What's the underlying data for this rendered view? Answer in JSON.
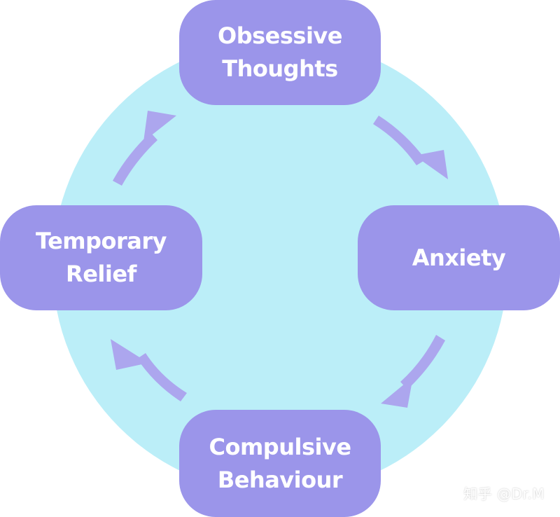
{
  "colors": {
    "circle": "#bbeef8",
    "node_fill": "#9b95ea",
    "node_text": "#ffffff",
    "arrow": "#aca6ee"
  },
  "nodes": {
    "top": {
      "line1": "Obsessive",
      "line2": "Thoughts"
    },
    "right": {
      "line1": "Anxiety"
    },
    "bottom": {
      "line1": "Compulsive",
      "line2": "Behaviour"
    },
    "left": {
      "line1": "Temporary",
      "line2": "Relief"
    }
  },
  "watermark": "知乎 @Dr.M"
}
